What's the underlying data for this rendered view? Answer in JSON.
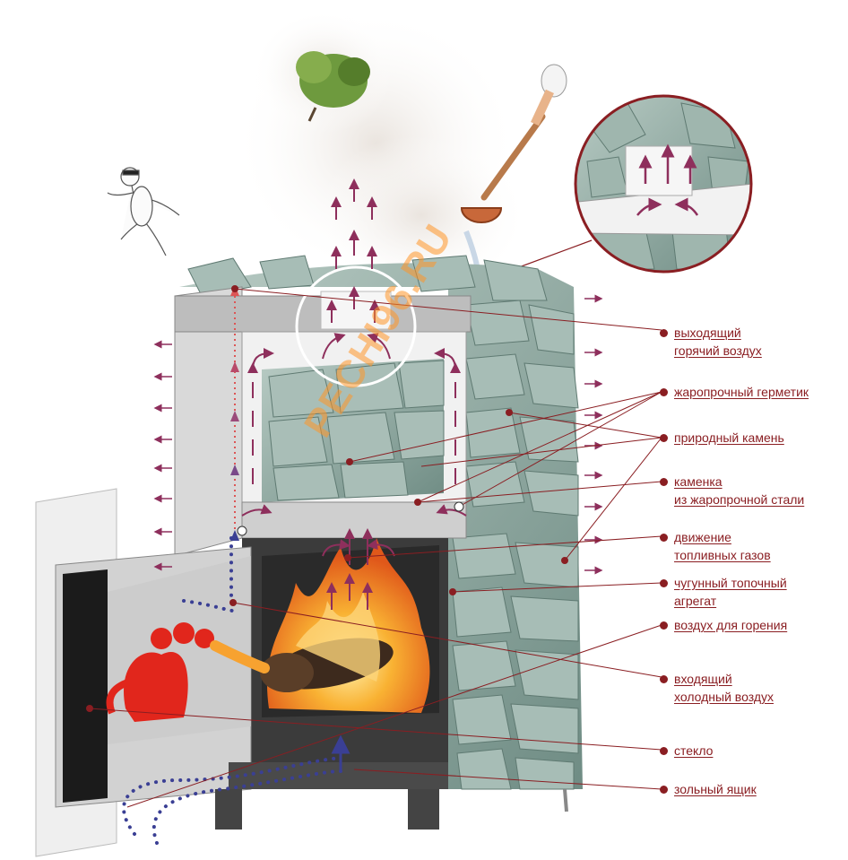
{
  "watermark": "PECHI96.RU",
  "labels": [
    {
      "id": "hot-air-out",
      "lines": [
        "выходящий",
        "горячий воздух"
      ]
    },
    {
      "id": "sealant",
      "lines": [
        "жаропрочный герметик"
      ]
    },
    {
      "id": "natural-stone",
      "lines": [
        "природный камень"
      ]
    },
    {
      "id": "steel-stone-box",
      "lines": [
        "каменка",
        "из жаропрочной стали"
      ]
    },
    {
      "id": "fuel-gas-flow",
      "lines": [
        "движение",
        "топливных газов"
      ]
    },
    {
      "id": "cast-iron-firebox",
      "lines": [
        "чугунный топочный",
        "агрегат"
      ]
    },
    {
      "id": "combustion-air",
      "lines": [
        "воздух для горения"
      ]
    },
    {
      "id": "cold-air-in",
      "lines": [
        "входящий",
        "холодный воздух"
      ]
    },
    {
      "id": "glass",
      "lines": [
        "стекло"
      ]
    },
    {
      "id": "ash-box",
      "lines": [
        "зольный ящик"
      ]
    }
  ],
  "colors": {
    "label": "#8a1e22",
    "arrow": "#8e2f5c",
    "cold": "#3a3f94",
    "stone": "#8fa8a0",
    "frame": "#c8c8c8",
    "fire": "#f39a1f"
  },
  "icons": [
    "birch-broom-icon",
    "ladle-icon",
    "running-man-icon",
    "dragon-icon",
    "fire-icon",
    "magnifier-inset-icon"
  ]
}
